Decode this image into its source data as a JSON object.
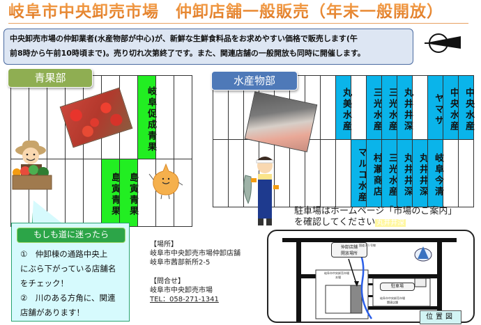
{
  "header": {
    "title": "岐阜市中央卸売市場　仲卸店舗一般販売（年末一般開放）"
  },
  "info": {
    "line1": "中央卸売市場の仲卸業者(水産物部が中心)が、新鮮な生鮮食料品をお求めやすい価格で販売します(午",
    "line2": "前8時から午前10時頃まで)。売り切れ次第終了です。また、関連店舗の一般開放も同時に開催します。"
  },
  "icons": {
    "north_arrow": "north-arrow-icon"
  },
  "produce_section": {
    "label": "青果部",
    "color": "#8fae52",
    "highlight_color": "#22ee22",
    "top_row": [
      {
        "col": 7,
        "name": "岐阜促成青果"
      }
    ],
    "bottom_row": [
      {
        "col": 5,
        "name": "島寅青果"
      },
      {
        "col": 6,
        "name": "島寅青果"
      }
    ]
  },
  "fish_section": {
    "label": "水産物部",
    "color": "#4e79b8",
    "highlight_color": "#0ab4ea",
    "top_row": [
      {
        "col": 8,
        "name": "丸美水産"
      },
      {
        "col": 10,
        "name": "三光水産"
      },
      {
        "col": 11,
        "name": "三光水産"
      },
      {
        "col": 12,
        "name": "丸井井深"
      },
      {
        "col": 14,
        "name": "ヤマサ"
      },
      {
        "col": 15,
        "name": "中央水産"
      },
      {
        "col": 16,
        "name": "中央水産"
      }
    ],
    "bottom_row": [
      {
        "col": 9,
        "name": "マルコ水産"
      },
      {
        "col": 10,
        "name": "村瀬商店"
      },
      {
        "col": 11,
        "name": "三光水産"
      },
      {
        "col": 12,
        "name": "丸井井深"
      },
      {
        "col": 13,
        "name": "丸井井深"
      },
      {
        "col": 14,
        "name": "岐阜今清"
      }
    ]
  },
  "callout": {
    "heading": "もしも道に迷ったら",
    "lines": [
      "①　仲卸棟の通路中央上",
      "にぶら下がっている店舗名",
      "をチェック！",
      "②　川のある方角に、関連",
      "店舗があります！"
    ]
  },
  "location": {
    "place_heading": "【場所】",
    "place_line1": "岐阜市中央卸売市場仲卸店舗",
    "place_line2": "岐阜市茜部新所2-5",
    "contact_heading": "【問合せ】",
    "contact_line1": "岐阜市中央卸売市場",
    "tel": "TEL：058-271-1341"
  },
  "parking": {
    "line1": "駐車場はホームページ「市場のご案内」",
    "line2": "を確認してください",
    "highlight": "丸井井深"
  },
  "map": {
    "label_shop": "仲卸店舗\n開放場所",
    "label_shop_l1": "仲卸店舗",
    "label_shop_l2": "開放場所",
    "label_parking": "駐車場",
    "label_market": "岐阜市中央卸売市場\n本場",
    "label_market_l1": "岐阜市中央卸売市場",
    "label_market_l2": "本場",
    "label_related_l1": "岐阜市中央卸売市場",
    "label_related_l2": "関連店舗",
    "label_road": "国道２１号線",
    "caption": "位置図",
    "river_color": "#2a5ee8"
  }
}
